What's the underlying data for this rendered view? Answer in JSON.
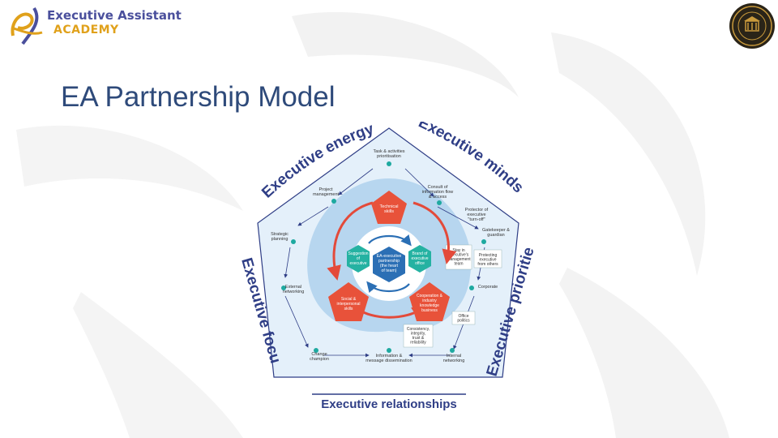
{
  "header": {
    "logo_title": "Executive Assistant",
    "logo_subtitle": "ACADEMY",
    "badge_icon": "academy-seal-icon"
  },
  "page": {
    "title": "EA Partnership Model"
  },
  "diagram": {
    "side_labels": {
      "top_left": "Executive energy",
      "top_right": "Executive mindset",
      "left": "Executive focus",
      "right": "Executive priorities",
      "bottom": "Executive relationships"
    },
    "outer_nodes": {
      "task": [
        "Task & activities",
        "prioritisation"
      ],
      "project": [
        "Project",
        "management"
      ],
      "consult": [
        "Consult of",
        "information flow",
        "& access"
      ],
      "protect": [
        "Protector of",
        "executive",
        "\"turn-off\""
      ],
      "strategic": [
        "Strategic",
        "planning"
      ],
      "gatekeeper": [
        "Gatekeeper &",
        "guardian"
      ],
      "external": [
        "External",
        "networking"
      ],
      "corporate": [
        "Corporate",
        ""
      ],
      "change": [
        "Change",
        "champion"
      ],
      "info": [
        "Information &",
        "message dissemination"
      ],
      "internal": [
        "Internal",
        "networking"
      ]
    },
    "inner_boxes": {
      "stay": [
        "Stay in",
        "executive's",
        "management",
        "team"
      ],
      "protecting": [
        "Protecting",
        "executive",
        "from others"
      ],
      "office": [
        "Office",
        "politics"
      ],
      "consistency": [
        "Consistency,",
        "integrity,",
        "trust &",
        "reliability"
      ]
    },
    "pentagons": {
      "top": [
        "Technical",
        "skills"
      ],
      "left": [
        "Social &",
        "interpersonal",
        "skills"
      ],
      "right": [
        "Cooperation &",
        "industry",
        "knowledge",
        "business"
      ]
    },
    "hexagons": {
      "left": [
        "Suggestion",
        "of",
        "executive"
      ],
      "right": [
        "Brand of",
        "executive",
        "office"
      ]
    },
    "center": [
      "EA-executive",
      "partnership",
      "(the heart",
      "of team)"
    ]
  },
  "colors": {
    "light_blue": "#dcecf8",
    "mid_blue": "#b3d3ee",
    "pentagon_red": "#e8523a",
    "hexagon_teal": "#25b2a2",
    "dot_teal": "#1ea9a0",
    "dark_blue_text": "#2f3e86",
    "arrow_red": "#e34a3a",
    "arrow_blue": "#2b6fb5"
  }
}
